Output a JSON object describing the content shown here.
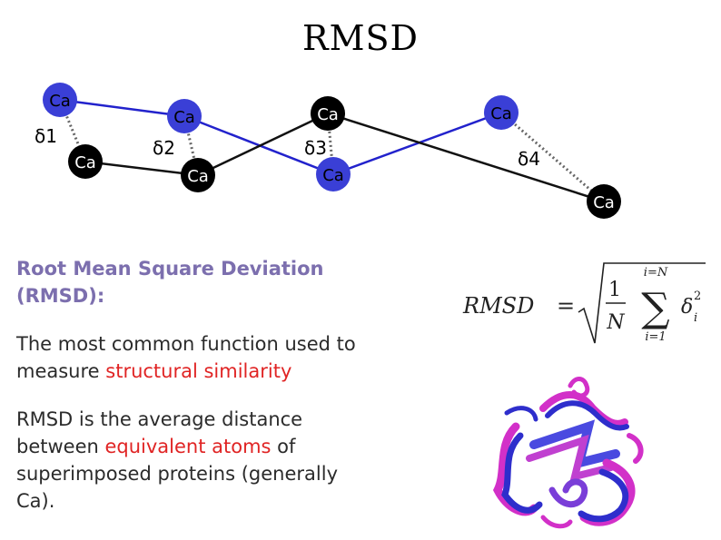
{
  "title": "RMSD",
  "diagram": {
    "atom_label": "Ca",
    "deltas": [
      "δ1",
      "δ2",
      "δ3",
      "δ4"
    ],
    "colors": {
      "blue_chain": "#2222cc",
      "black_chain": "#111111",
      "blue_atom": "#3a3fd6",
      "black_atom": "#000000"
    }
  },
  "definition": {
    "heading": "Root Mean Square Deviation (RMSD):",
    "para1_a": "The most common function used to measure ",
    "para1_b": "structural similarity",
    "para2_a": "RMSD is the average distance between ",
    "para2_b": "equivalent atoms",
    "para2_c": " of superimposed proteins (generally Ca)."
  },
  "formula": {
    "lhs": "RMSD",
    "eq": "=",
    "frac_num": "1",
    "frac_den": "N",
    "sum_upper": "i=N",
    "sum_lower": "i=1",
    "sum_symbol": "∑",
    "term": "δ",
    "term_sup": "2",
    "term_sub": "i"
  },
  "colors": {
    "heading": "#7c6fae",
    "highlight": "#e02424",
    "text": "#2b2b2b"
  }
}
